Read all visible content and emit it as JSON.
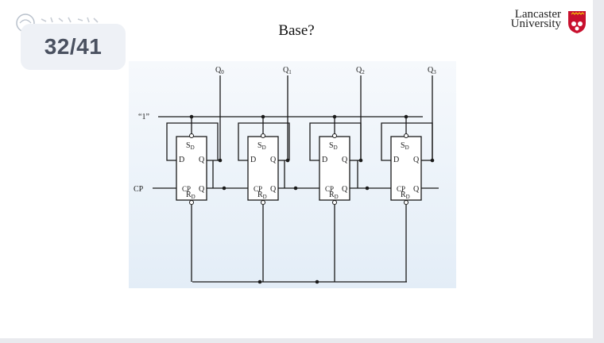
{
  "slide": {
    "counter": "32/41",
    "title": "Base?"
  },
  "logo": {
    "university_name_line1": "Lancaster",
    "university_name_line2": "University",
    "school_logo": "school-logo-icon",
    "crest": "lancaster-crest-icon"
  },
  "colors": {
    "counter_bg": "#eef1f6",
    "counter_text": "#4a5160",
    "crest_red": "#c8102e",
    "circuit_bg": "#eef4fb",
    "wire": "#1a1a1a"
  },
  "circuit": {
    "outputs": [
      "Q0",
      "Q1",
      "Q2",
      "Q3"
    ],
    "input_one": "“1”",
    "clock": "CP",
    "flipflop": {
      "set_label": "SD",
      "reset_label": "RD",
      "d_label": "D",
      "q_label": "Q",
      "cp_label": "CP",
      "qbar_label": "Q"
    }
  }
}
